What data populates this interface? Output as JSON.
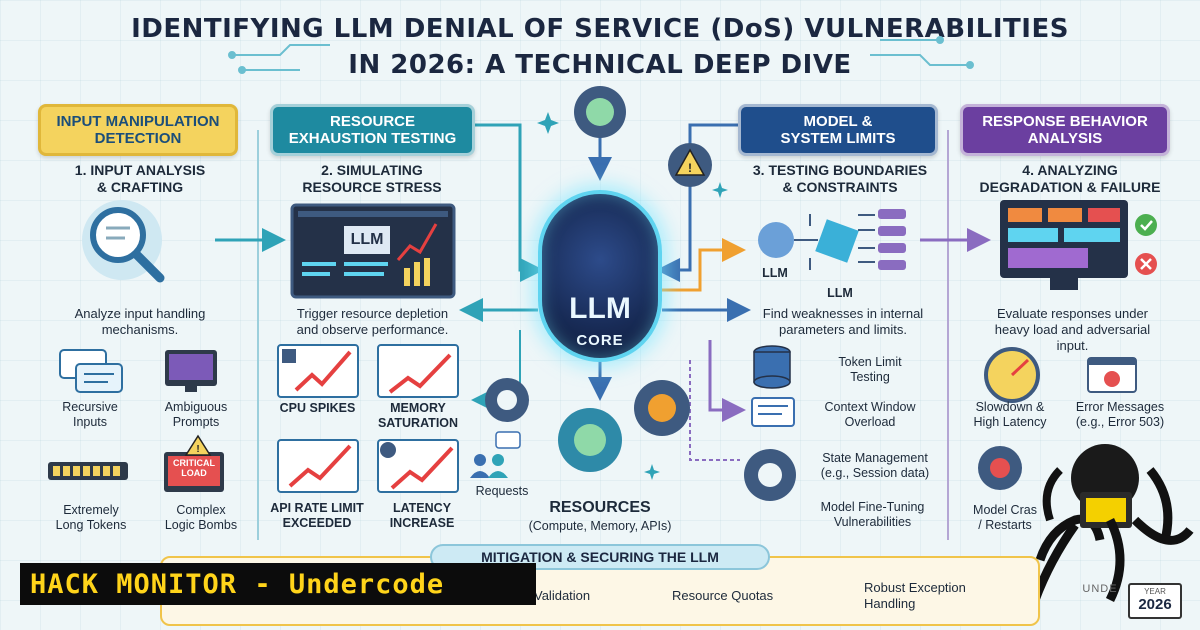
{
  "title": {
    "line1": "IDENTIFYING LLM DENIAL OF SERVICE (DoS) VULNERABILITIES",
    "line2": "IN 2026: A TECHNICAL DEEP DIVE"
  },
  "sections": [
    {
      "header": "INPUT MANIPULATION\nDETECTION",
      "step": "1. INPUT ANALYSIS\n& CRAFTING",
      "desc": "Analyze input handling\nmechanisms.",
      "items": [
        "Recursive\nInputs",
        "Ambiguous\nPrompts",
        "Extremely\nLong Tokens",
        "Complex\nLogic Bombs"
      ],
      "alert_text": "CRITICAL\nLOAD"
    },
    {
      "header": "RESOURCE\nEXHAUSTION TESTING",
      "step": "2. SIMULATING\nRESOURCE STRESS",
      "desc": "Trigger resource depletion\nand observe performance.",
      "screen_label": "LLM",
      "items": [
        "CPU SPIKES",
        "MEMORY\nSATURATION",
        "API RATE LIMIT\nEXCEEDED",
        "LATENCY\nINCREASE"
      ]
    },
    {
      "header": "MODEL &\nSYSTEM LIMITS",
      "step": "3. TESTING BOUNDARIES\n& CONSTRAINTS",
      "desc": "Find weaknesses in internal\nparameters and limits.",
      "llm_labels": [
        "LLM",
        "LLM"
      ],
      "items": [
        "Token Limit\nTesting",
        "Context Window\nOverload",
        "State Management\n(e.g., Session data)",
        "Model Fine-Tuning\nVulnerabilities"
      ]
    },
    {
      "header": "RESPONSE BEHAVIOR\nANALYSIS",
      "step": "4. ANALYZING\nDEGRADATION & FAILURE",
      "desc": "Evaluate responses under\nheavy load and adversarial\ninput.",
      "items": [
        "Slowdown &\nHigh Latency",
        "Error Messages\n(e.g., Error 503)",
        "Model Cras\n/ Restarts"
      ]
    }
  ],
  "core": {
    "label": "LLM",
    "sub": "CORE",
    "requests": "Requests",
    "resources_title": "RESOURCES",
    "resources_sub": "(Compute, Memory, APIs)"
  },
  "mitigation": {
    "title": "MITIGATION & SECURING THE LLM",
    "items": [
      "Validation",
      "Resource Quotas",
      "Robust Exception\nHandling"
    ]
  },
  "banner": "HACK MONITOR - Undercode",
  "badge": {
    "watermark": "UNDE",
    "label": "YEAR",
    "year": "2026"
  },
  "colors": {
    "yellow": "#f4d35e",
    "teal": "#1e8aa0",
    "navy": "#1f4e8c",
    "purple": "#6b3fa0",
    "core_glow": "#5fd4f0",
    "banner_text": "#ffd41a"
  }
}
